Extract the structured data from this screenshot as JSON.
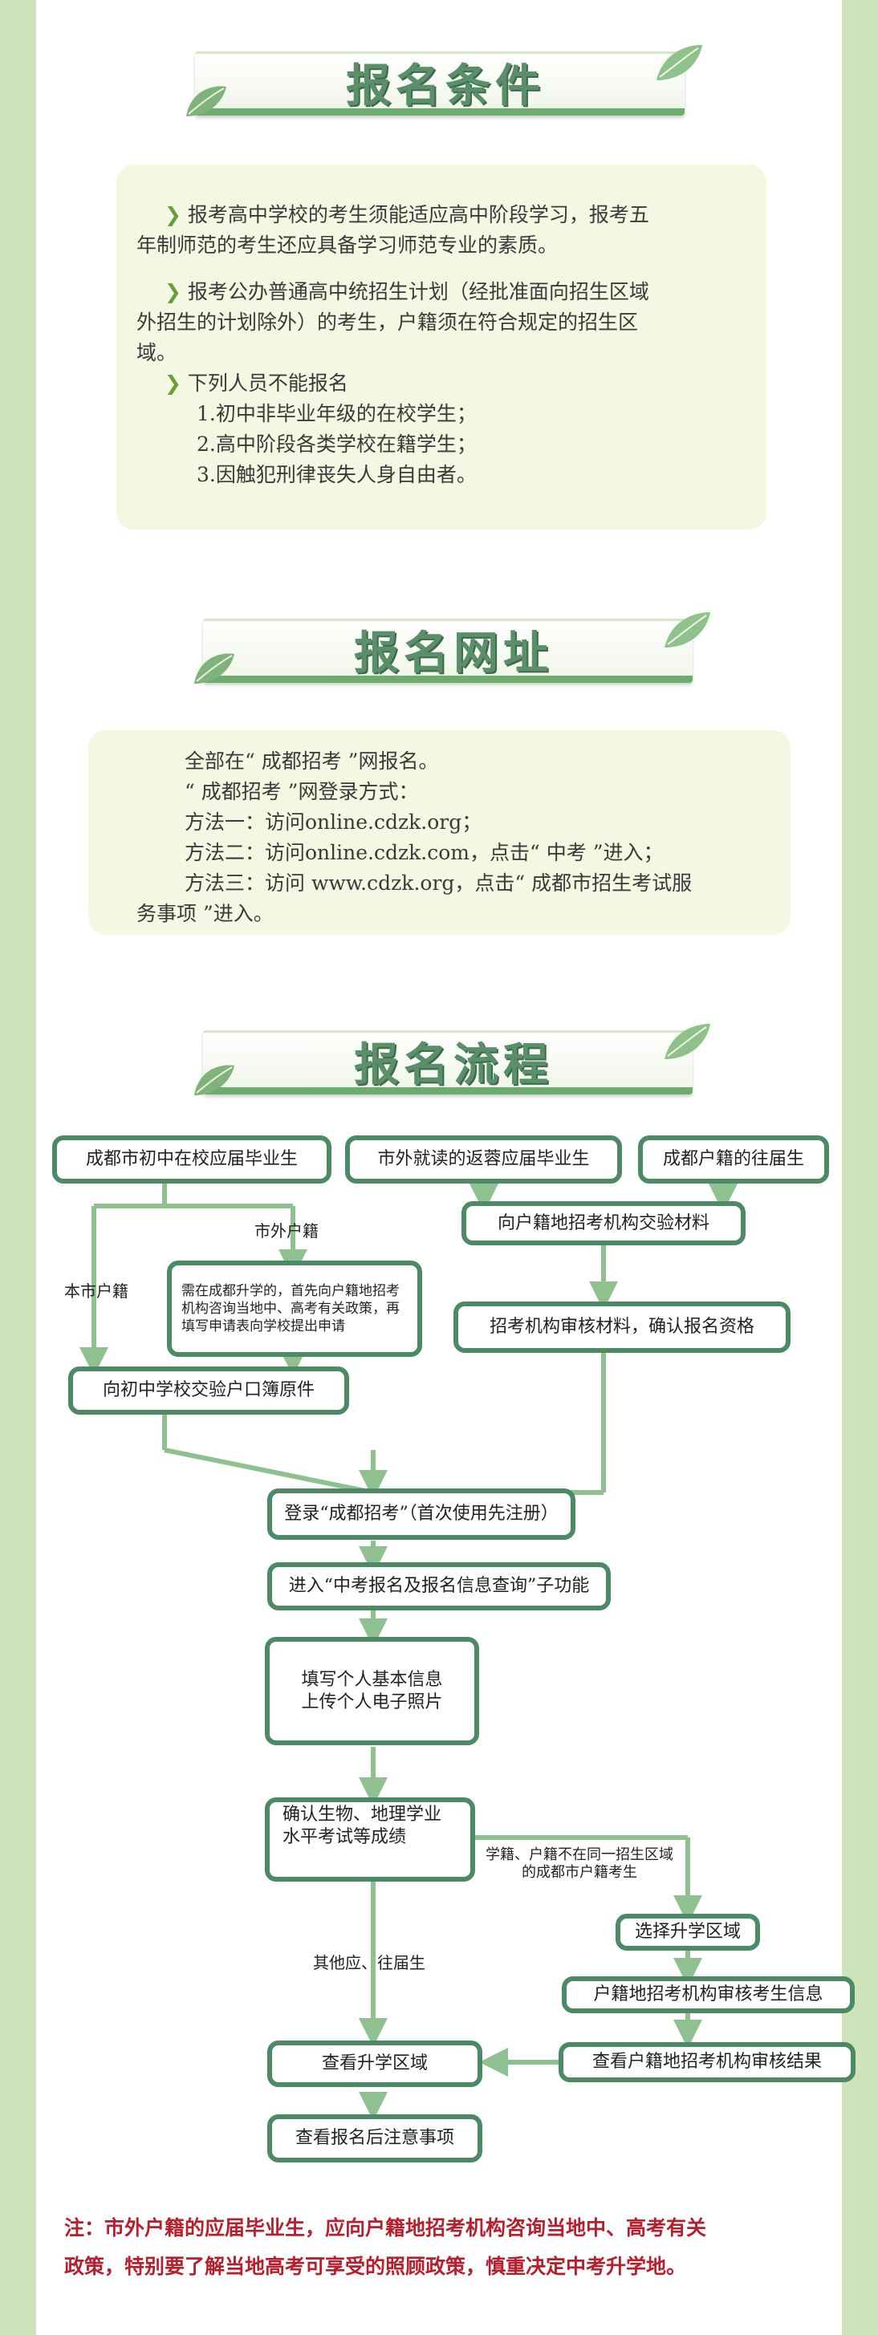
{
  "sections": {
    "conditions_title": "报名条件",
    "website_title": "报名网址",
    "process_title": "报名流程"
  },
  "conditions": {
    "bullet_icon": "chevron-right-icon",
    "item1_line1": "报考高中学校的考生须能适应高中阶段学习，报考五",
    "item1_line2": "年制师范的考生还应具备学习师范专业的素质。",
    "item2_line1": "报考公办普通高中统招生计划（经批准面向招生区域",
    "item2_line2": "外招生的计划除外）的考生，户籍须在符合规定的招生区",
    "item2_line3": "域。",
    "item3_heading": "下列人员不能报名",
    "item3_sub1": "1.初中非毕业年级的在校学生；",
    "item3_sub2": "2.高中阶段各类学校在籍学生；",
    "item3_sub3": "3.因触犯刑律丧失人身自由者。"
  },
  "website": {
    "line1": "全部在“ 成都招考 ”网报名。",
    "line2": "“ 成都招考 ”网登录方式：",
    "line3": "方法一：访问online.cdzk.org；",
    "line4": "方法二：访问online.cdzk.com，点击“ 中考 ”进入；",
    "line5": "方法三：访问 www.cdzk.org，点击“ 成都市招生考试服",
    "line6": "务事项 ”进入。"
  },
  "flow": {
    "box_local_grad": "成都市初中在校应届毕业生",
    "box_outside_return": "市外就读的返蓉应届毕业生",
    "box_cd_past": "成都户籍的往届生",
    "label_nonlocal": "市外户籍",
    "label_local": "本市户籍",
    "box_consult": "需在成都升学的，首先向户籍地招考机构咨询当地中、高考有关政策，再填写申请表向学校提出申请",
    "box_submit_material": "向户籍地招考机构交验材料",
    "box_review": "招考机构审核材料，确认报名资格",
    "box_hukou": "向初中学校交验户口簿原件",
    "box_login": "登录“成都招考”（首次使用先注册）",
    "box_enter": "进入“中考报名及报名信息查询”子功能",
    "box_fill_line1": "填写个人基本信息",
    "box_fill_line2": "上传个人电子照片",
    "box_confirm_line1": "确认生物、地理学业",
    "box_confirm_line2": "水平考试等成绩",
    "label_diff_line1": "学籍、户籍不在同一招生区域",
    "label_diff_line2": "的成都市户籍考生",
    "box_select_region": "选择升学区域",
    "label_others": "其他应、往届生",
    "box_hukou_review": "户籍地招考机构审核考生信息",
    "box_view_region": "查看升学区域",
    "box_view_result": "查看户籍地招考机构审核结果",
    "box_view_notes": "查看报名后注意事项"
  },
  "note": {
    "line1": "注：市外户籍的应届毕业生，应向户籍地招考机构咨询当地中、高考有关",
    "line2": "政策，特别要了解当地高考可享受的照顾政策，慎重决定中考升学地。"
  },
  "colors": {
    "border": "#cfe3ba",
    "panel": "#f3f8e2",
    "flow_green": "#4b8a64",
    "arrow_green": "#8fc08f",
    "note_red": "#b71f2c",
    "bullet_green": "#6e9c3a"
  }
}
